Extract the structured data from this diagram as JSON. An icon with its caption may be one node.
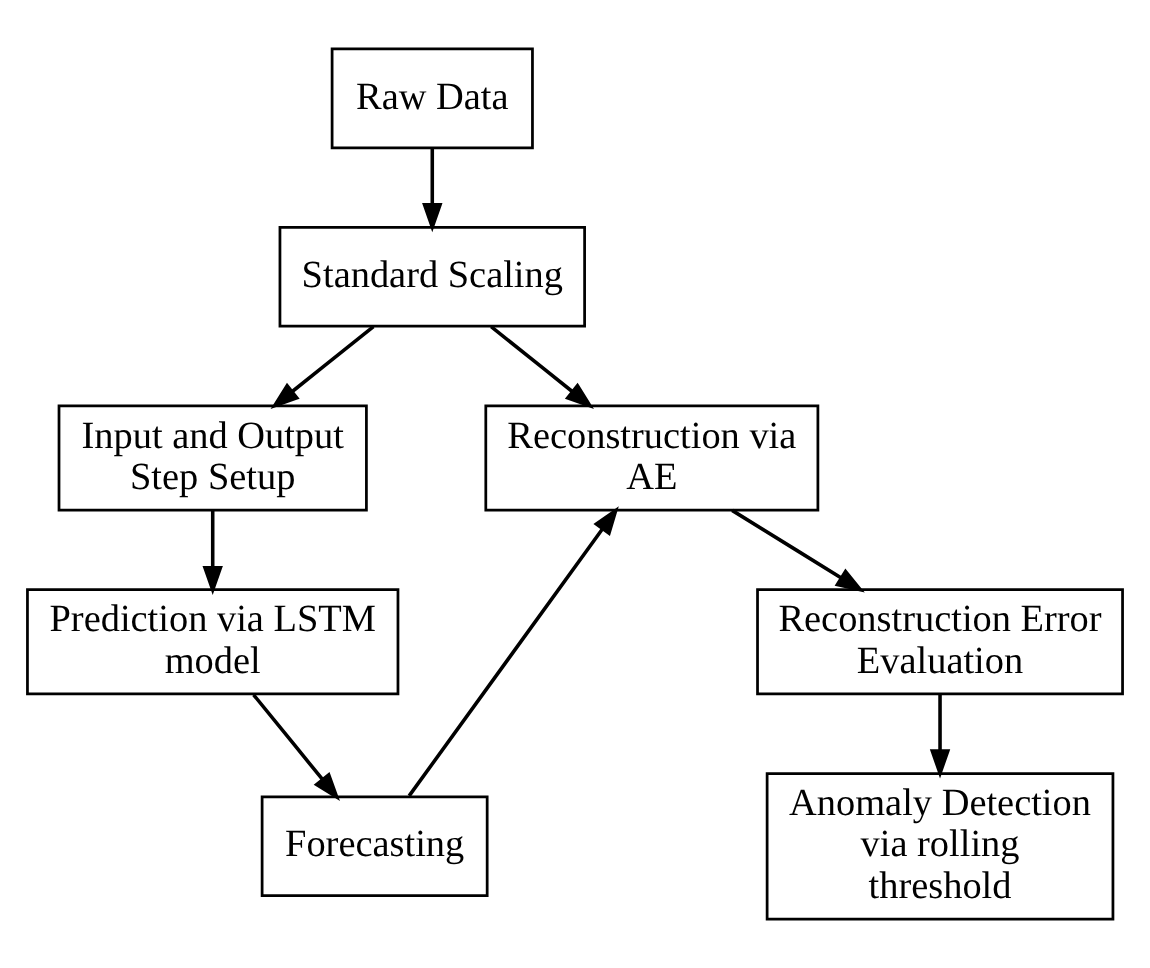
{
  "diagram": {
    "nodes": [
      {
        "text": [
          "Raw Data"
        ]
      },
      {
        "text": [
          "Standard Scaling"
        ]
      },
      {
        "text": [
          "Input and Output Step Setup"
        ]
      },
      {
        "text": [
          "Prediction via LSTM model"
        ]
      },
      {
        "text": [
          "Forecasting"
        ]
      },
      {
        "text": [
          "Reconstruction via AE"
        ]
      },
      {
        "text": [
          "Reconstruction Error Evaluation"
        ]
      },
      {
        "text": [
          "Anomaly Detection via rolling threshold"
        ]
      }
    ],
    "edges": [
      {
        "from": 0,
        "to": 1,
        "arrow": "to"
      },
      {
        "from": 1,
        "to": 2,
        "arrow": "to"
      },
      {
        "from": 1,
        "to": 5,
        "arrow": "to"
      },
      {
        "from": 2,
        "to": 3,
        "arrow": "to"
      },
      {
        "from": 3,
        "to": 4,
        "arrow": "to"
      },
      {
        "from": 4,
        "to": 5,
        "arrow": "to"
      },
      {
        "from": 5,
        "to": 6,
        "arrow": "to"
      },
      {
        "from": 6,
        "to": 7,
        "arrow": "to"
      }
    ]
  }
}
